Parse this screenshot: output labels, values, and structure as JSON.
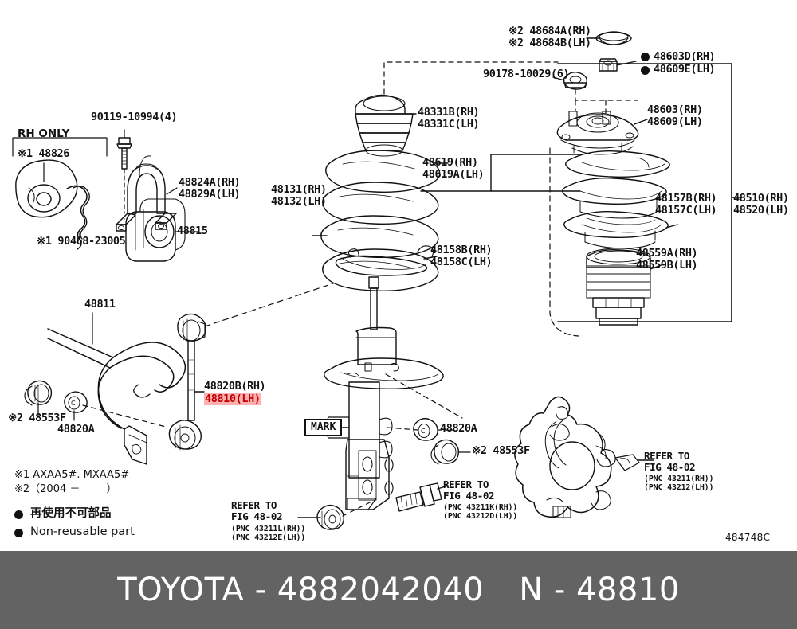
{
  "banner": {
    "brand": "TOYOTA",
    "dash": "-",
    "part_number": "4882042040",
    "n_label": "N",
    "n_value": "48810"
  },
  "figure_id": "484748C",
  "notes": {
    "rh_only": "RH ONLY",
    "footnote1": "※1 AXAA5#. MXAA5#",
    "footnote2": "※2（2004 －        ）",
    "nonreusable_jp": "再使用不可部品",
    "nonreusable_en": "Non-reusable part"
  },
  "callout_box": {
    "mark": "MARK"
  },
  "labels": [
    {
      "id": "l-148826",
      "text": "※1 48826"
    },
    {
      "id": "l-90468",
      "text": "※1 90468-23005"
    },
    {
      "id": "l-90119",
      "text": "90119-10994(4)"
    },
    {
      "id": "l-48824",
      "text": "48824A(RH)\n48829A(LH)"
    },
    {
      "id": "l-48815",
      "text": "48815"
    },
    {
      "id": "l-48811",
      "text": "48811"
    },
    {
      "id": "l-48553F-left",
      "text": "※2 48553F"
    },
    {
      "id": "l-48820A-left",
      "text": "48820A"
    },
    {
      "id": "l-48820B",
      "text": "48820B(RH)"
    },
    {
      "id": "l-48810",
      "text": "48810(LH)"
    },
    {
      "id": "l-48131",
      "text": "48131(RH)\n48132(LH)"
    },
    {
      "id": "l-48331",
      "text": "48331B(RH)\n48331C(LH)"
    },
    {
      "id": "l-48619",
      "text": "48619(RH)\n48619A(LH)"
    },
    {
      "id": "l-48158",
      "text": "48158B(RH)\n48158C(LH)"
    },
    {
      "id": "l-48684",
      "text": "※2 48684A(RH)\n※2 48684B(LH)"
    },
    {
      "id": "l-90178",
      "text": "90178-10029(6)"
    },
    {
      "id": "l-48603D",
      "text": "48603D(RH)"
    },
    {
      "id": "l-48609E",
      "text": "48609E(LH)"
    },
    {
      "id": "l-48603",
      "text": "48603(RH)\n48609(LH)"
    },
    {
      "id": "l-48157",
      "text": "48157B(RH)\n48157C(LH)"
    },
    {
      "id": "l-48559",
      "text": "48559A(RH)\n48559B(LH)"
    },
    {
      "id": "l-48510",
      "text": "48510(RH)\n48520(LH)"
    },
    {
      "id": "l-48820A-mid",
      "text": "48820A"
    },
    {
      "id": "l-48553F-mid",
      "text": "※2 48553F"
    },
    {
      "id": "l-refer-left",
      "text": "REFER TO\nFIG 48-02"
    },
    {
      "id": "l-refer-left-pnc",
      "text": "(PNC 43211L(RH))\n(PNC 43212E(LH))"
    },
    {
      "id": "l-refer-mid",
      "text": "REFER TO\nFIG 48-02"
    },
    {
      "id": "l-refer-mid-pnc",
      "text": "(PNC 43211K(RH))\n(PNC 43212D(LH))"
    },
    {
      "id": "l-refer-right",
      "text": "REFER TO\nFIG 48-02"
    },
    {
      "id": "l-refer-right-pnc",
      "text": "(PNC 43211(RH))\n(PNC 43212(LH))"
    }
  ],
  "colors": {
    "banner_bg": "#636363",
    "banner_text": "#ffffff",
    "highlight_bg": "#ffb0b0",
    "highlight_text": "#c00000",
    "line": "#111111"
  }
}
